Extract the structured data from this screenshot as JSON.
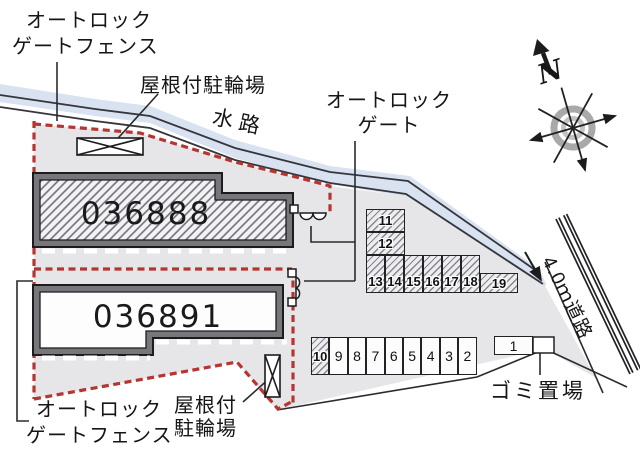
{
  "meta": {
    "type": "site-plan-map",
    "colors": {
      "site_fill": "#e6e6e9",
      "boundary_red": "#b43531",
      "water_fill": "#d8e2f0",
      "line_dark": "#2f2f33",
      "building_band": "#77777b"
    }
  },
  "labels": {
    "gate_fence_top_line1": "オートロック",
    "gate_fence_top_line2": "ゲートフェンス",
    "roofed_bicycle_top": "屋根付駐輪場",
    "waterway": "水路",
    "autolock_gate_line1": "オートロック",
    "autolock_gate_line2": "ゲート",
    "road": "4.0ｍ道路",
    "garbage": "ゴミ置場",
    "gate_fence_bottom_line1": "オートロック",
    "gate_fence_bottom_line2": "ゲートフェンス",
    "roofed_bicycle_bottom_line1": "屋根付",
    "roofed_bicycle_bottom_line2": "駐輪場",
    "compass_north": "N"
  },
  "buildings": [
    {
      "id": "036888",
      "fill": "hatched"
    },
    {
      "id": "036891",
      "fill": "white"
    }
  ],
  "parking": {
    "upper": [
      "11",
      "12",
      "13",
      "14",
      "15",
      "16",
      "17",
      "18",
      "19"
    ],
    "lower": [
      "10",
      "9",
      "8",
      "7",
      "6",
      "5",
      "4",
      "3",
      "2"
    ],
    "single": "1"
  }
}
